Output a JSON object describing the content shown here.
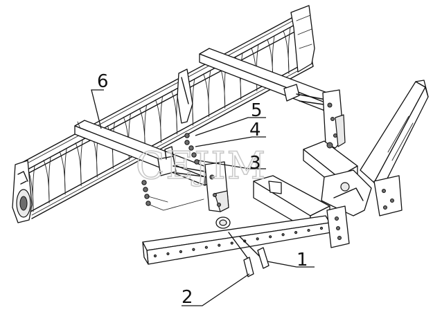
{
  "callouts": [
    {
      "number": "1"
    },
    {
      "number": "2"
    },
    {
      "number": "3"
    },
    {
      "number": "4"
    },
    {
      "number": "5"
    },
    {
      "number": "6"
    }
  ],
  "watermark": "CEJIM"
}
